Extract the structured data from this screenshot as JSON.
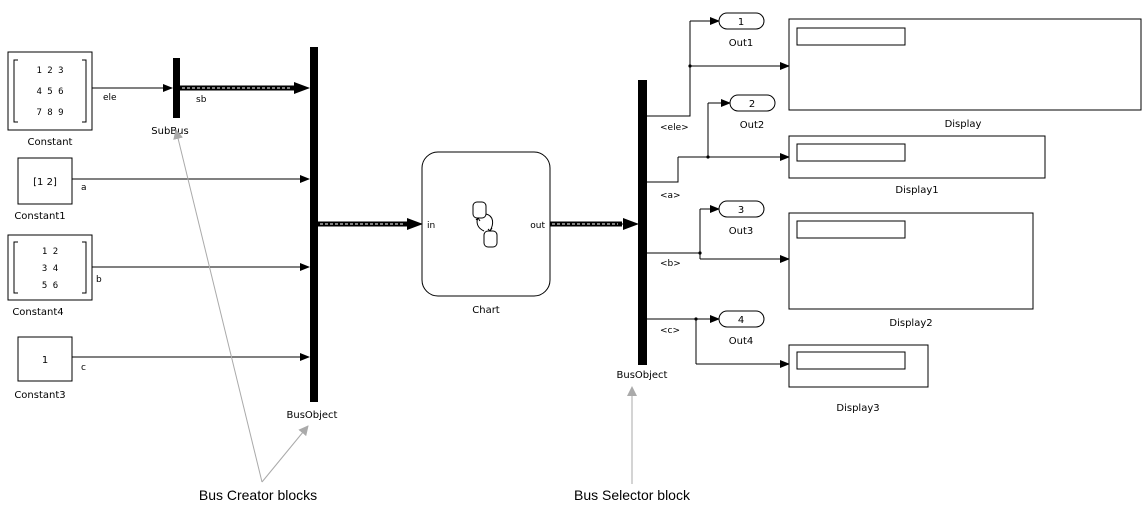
{
  "blocks": {
    "constant": {
      "label": "Constant",
      "matrix_rows": [
        "1  2  3",
        "4  5  6",
        "7  8  9"
      ]
    },
    "constant1": {
      "label": "Constant1",
      "value": "[1 2]"
    },
    "constant4": {
      "label": "Constant4",
      "matrix_rows": [
        "1   2",
        "3   4",
        "5   6"
      ]
    },
    "constant3": {
      "label": "Constant3",
      "value": "1"
    },
    "subbus": {
      "label": "SubBus"
    },
    "bus_creator": {
      "label": "BusObject"
    },
    "chart": {
      "label": "Chart",
      "in_port": "in",
      "out_port": "out"
    },
    "bus_selector": {
      "label": "BusObject"
    },
    "out1": {
      "number": "1",
      "label": "Out1"
    },
    "out2": {
      "number": "2",
      "label": "Out2"
    },
    "out3": {
      "number": "3",
      "label": "Out3"
    },
    "out4": {
      "number": "4",
      "label": "Out4"
    },
    "display": {
      "label": "Display"
    },
    "display1": {
      "label": "Display1"
    },
    "display2": {
      "label": "Display2"
    },
    "display3": {
      "label": "Display3"
    }
  },
  "signals": {
    "ele_in": "ele",
    "sb": "sb",
    "a_in": "a",
    "b_in": "b",
    "c_in": "c",
    "ele_out": "<ele>",
    "a_out": "<a>",
    "b_out": "<b>",
    "c_out": "<c>"
  },
  "annotations": {
    "bus_creator_blocks": "Bus Creator blocks",
    "bus_selector_block": "Bus Selector block"
  }
}
